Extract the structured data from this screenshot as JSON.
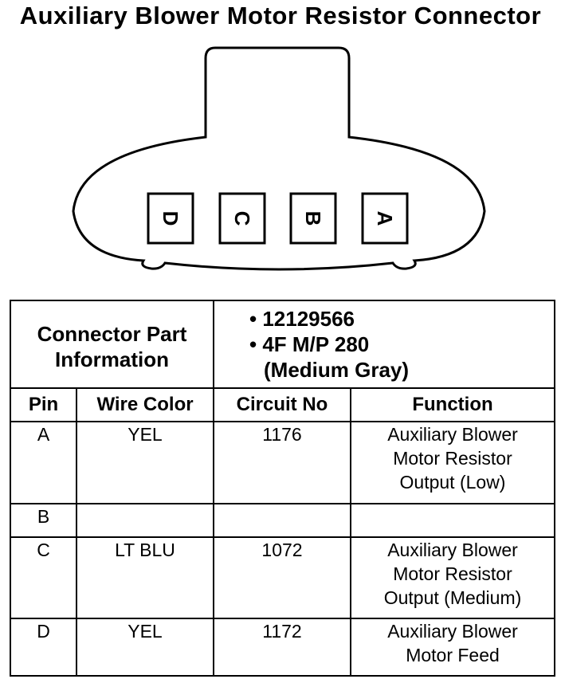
{
  "title": "Auxiliary Blower Motor Resistor Connector",
  "connector": {
    "pins": [
      "D",
      "C",
      "B",
      "A"
    ]
  },
  "part_info": {
    "label_line1": "Connector Part",
    "label_line2": "Information",
    "line1": "• 12129566",
    "line2": "• 4F M/P 280",
    "line3": "(Medium Gray)"
  },
  "table": {
    "headers": [
      "Pin",
      "Wire Color",
      "Circuit No",
      "Function"
    ],
    "rows": [
      {
        "pin": "A",
        "wire": "YEL",
        "circuit": "1176",
        "function": [
          "Auxiliary Blower",
          "Motor Resistor",
          "Output (Low)"
        ]
      },
      {
        "pin": "B",
        "wire": "",
        "circuit": "",
        "function": []
      },
      {
        "pin": "C",
        "wire": "LT BLU",
        "circuit": "1072",
        "function": [
          "Auxiliary Blower",
          "Motor Resistor",
          "Output (Medium)"
        ]
      },
      {
        "pin": "D",
        "wire": "YEL",
        "circuit": "1172",
        "function": [
          "Auxiliary Blower",
          "Motor Feed"
        ]
      }
    ]
  }
}
